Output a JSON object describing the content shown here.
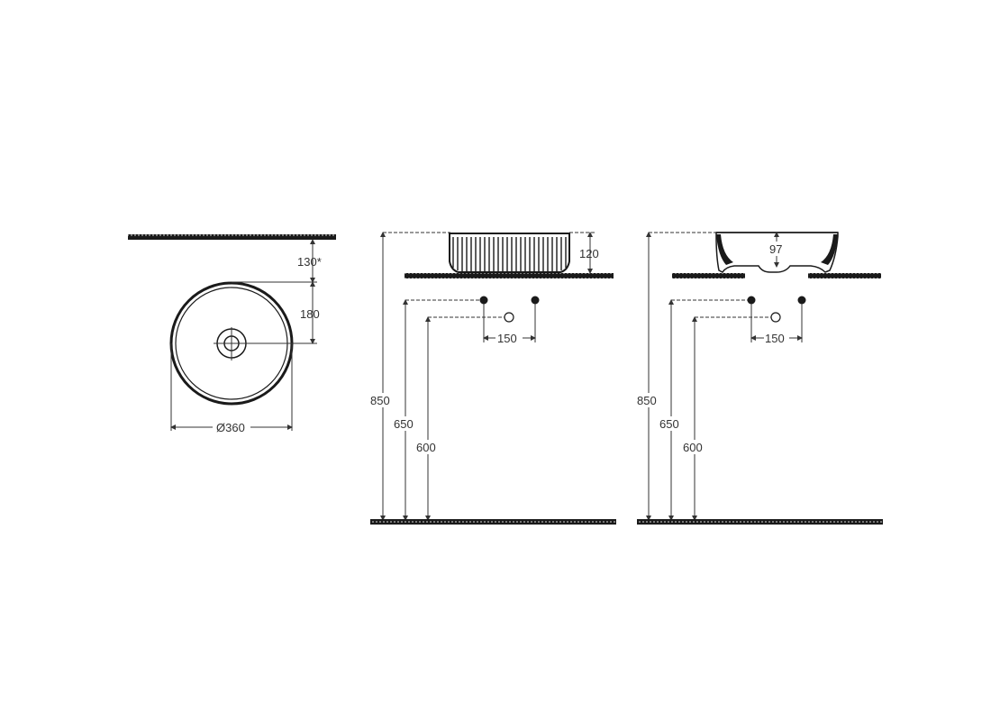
{
  "drawing": {
    "type": "technical dimension drawing",
    "subject": "round countertop washbasin",
    "units": "mm",
    "colors": {
      "line": "#1a1a1a",
      "text": "#333333",
      "background": "#ffffff"
    }
  },
  "views": {
    "top": {
      "name": "Top view",
      "labels": {
        "wall_offset": "130*",
        "drain_offset": "180",
        "diameter": "Ø360"
      }
    },
    "front": {
      "name": "Front elevation (ribbed exterior)",
      "labels": {
        "basin_height": "120",
        "pipe_spacing": "150",
        "top_height": "850",
        "supply_height": "650",
        "waste_height": "600"
      }
    },
    "section": {
      "name": "Section view",
      "labels": {
        "inner_depth": "97",
        "pipe_spacing": "150",
        "top_height": "850",
        "supply_height": "650",
        "waste_height": "600"
      }
    }
  }
}
